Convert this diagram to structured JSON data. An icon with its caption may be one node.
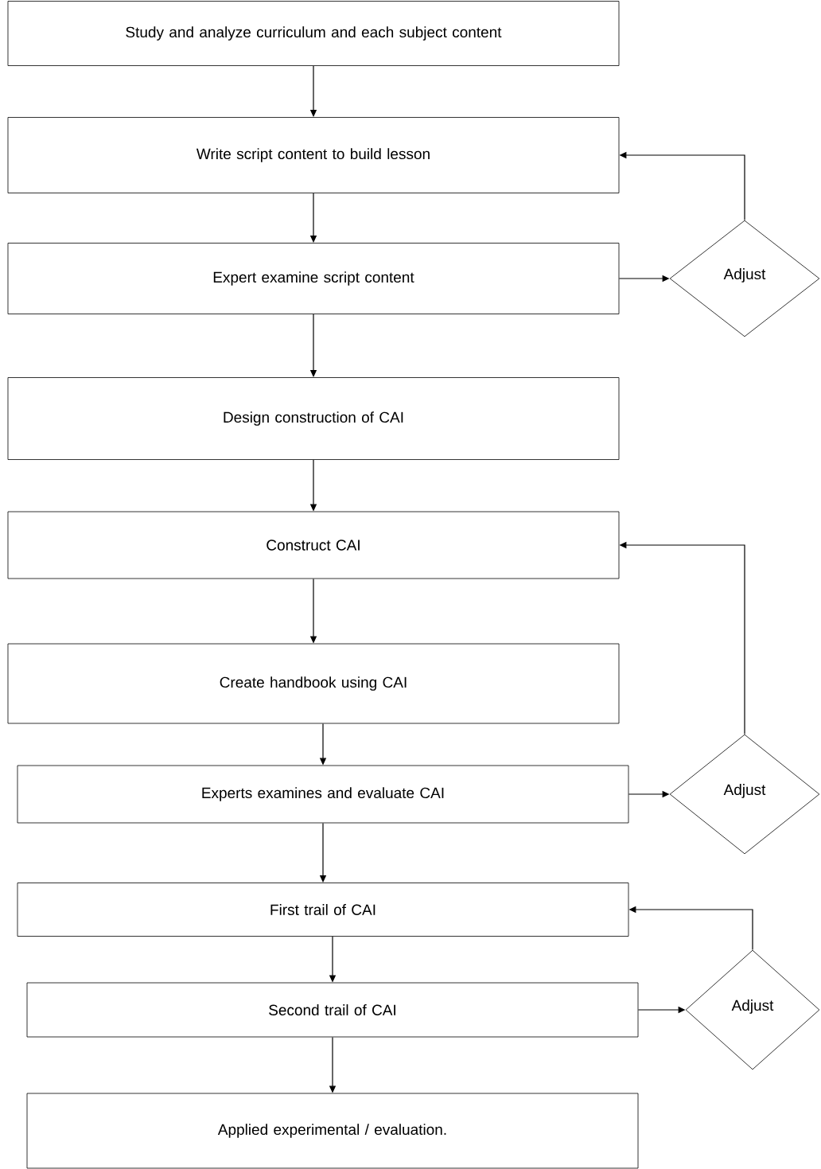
{
  "diagram": {
    "nodes": [
      {
        "text": [
          "Study and analyze curriculum and each subject content"
        ]
      },
      {
        "text": [
          "Write script content to build lesson"
        ]
      },
      {
        "text": [
          "Expert examine script content"
        ]
      },
      {
        "text": [
          "Adjust"
        ]
      },
      {
        "text": [
          "Design construction of CAI"
        ]
      },
      {
        "text": [
          "Construct CAI"
        ]
      },
      {
        "text": [
          "Create handbook using CAI"
        ]
      },
      {
        "text": [
          "Experts examines and evaluate CAI"
        ]
      },
      {
        "text": [
          "Adjust"
        ]
      },
      {
        "text": [
          "First trail of CAI"
        ]
      },
      {
        "text": [
          "Second trail of CAI"
        ]
      },
      {
        "text": [
          "Adjust"
        ]
      },
      {
        "text": [
          "Applied experimental / evaluation."
        ]
      }
    ],
    "edges": [
      {
        "from": 0,
        "to": 1,
        "arrow": "to"
      },
      {
        "from": 1,
        "to": 2,
        "arrow": "to"
      },
      {
        "from": 2,
        "to": 3,
        "arrow": "to"
      },
      {
        "from": 3,
        "to": 1,
        "arrow": "to"
      },
      {
        "from": 2,
        "to": 4,
        "arrow": "to"
      },
      {
        "from": 4,
        "to": 5,
        "arrow": "to"
      },
      {
        "from": 5,
        "to": 6,
        "arrow": "to"
      },
      {
        "from": 6,
        "to": 7,
        "arrow": "to"
      },
      {
        "from": 7,
        "to": 8,
        "arrow": "to"
      },
      {
        "from": 8,
        "to": 5,
        "arrow": "to"
      },
      {
        "from": 7,
        "to": 9,
        "arrow": "to"
      },
      {
        "from": 9,
        "to": 10,
        "arrow": "to"
      },
      {
        "from": 10,
        "to": 11,
        "arrow": "to"
      },
      {
        "from": 11,
        "to": 9,
        "arrow": "to"
      },
      {
        "from": 10,
        "to": 12,
        "arrow": "to"
      }
    ]
  }
}
